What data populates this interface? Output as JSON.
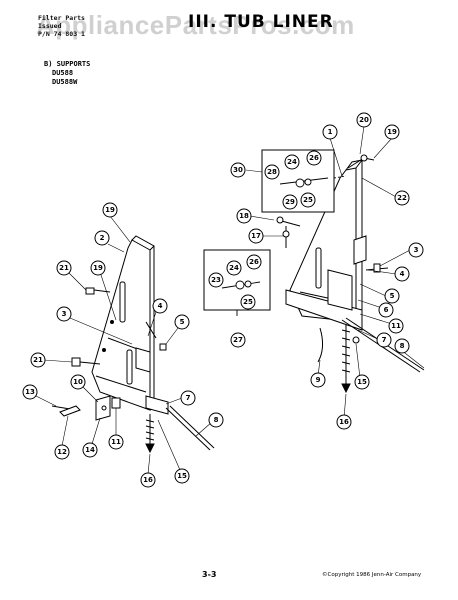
{
  "header": {
    "line1": "Filter Parts",
    "line2": "Issued",
    "line3": "P/N 74 803 1",
    "title": "III. TUB LINER"
  },
  "watermark": "AppliancePartsPros.com",
  "section": {
    "heading": "B) SUPPORTS",
    "models": [
      "DU588",
      "DU588W"
    ]
  },
  "callouts": {
    "left": [
      "19",
      "2",
      "21",
      "19",
      "3",
      "4",
      "5",
      "21",
      "10",
      "13",
      "7",
      "11",
      "14",
      "12",
      "8",
      "16",
      "15"
    ],
    "right": [
      "1",
      "20",
      "19",
      "30",
      "28",
      "24",
      "26",
      "29",
      "25",
      "22",
      "18",
      "17",
      "3",
      "23",
      "24",
      "26",
      "25",
      "4",
      "5",
      "6",
      "11",
      "7",
      "8",
      "27",
      "9",
      "15",
      "16"
    ]
  },
  "footer": {
    "page": "3-3",
    "copyright": "©Copyright 1986 Jenn-Air Company"
  }
}
